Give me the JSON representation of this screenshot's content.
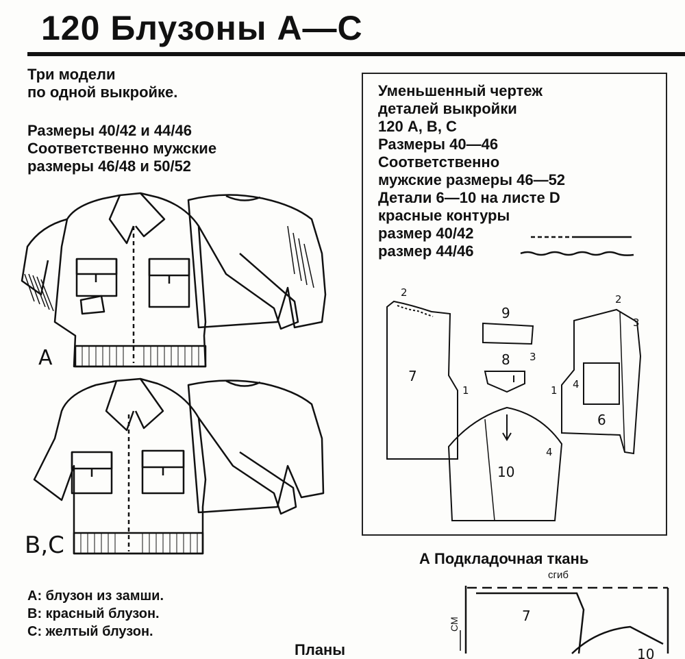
{
  "title": "120 Блузоны А—С",
  "intro": [
    "Три модели",
    "по одной выкройке."
  ],
  "sizes": [
    "Размеры 40/42 и 44/46",
    "Соответственно мужские",
    "размеры 46/48 и 50/52"
  ],
  "illustrations": {
    "label_a": "А",
    "label_bc": "B,C"
  },
  "legend": [
    "А: блузон из замши.",
    "В: красный блузон.",
    "С: желтый блузон."
  ],
  "plans_heading": "Планы",
  "panel": {
    "lines": [
      "Уменьшенный чертеж",
      "деталей выкройки",
      "120 А, В, С",
      "Размеры 40—46",
      "Соответственно",
      "мужские размеры 46—52",
      "Детали 6—10 на листе D",
      "красные контуры",
      "размер 40/42",
      "размер 44/46"
    ],
    "piece_numbers": [
      "7",
      "9",
      "8",
      "10",
      "6"
    ],
    "marks": [
      "2",
      "1",
      "3",
      "2",
      "3",
      "1",
      "4",
      "4"
    ]
  },
  "lining": {
    "title": "А Подкладочная ткань",
    "fold": "сгиб",
    "unit": "СМ",
    "pieces": [
      "7",
      "10"
    ]
  }
}
